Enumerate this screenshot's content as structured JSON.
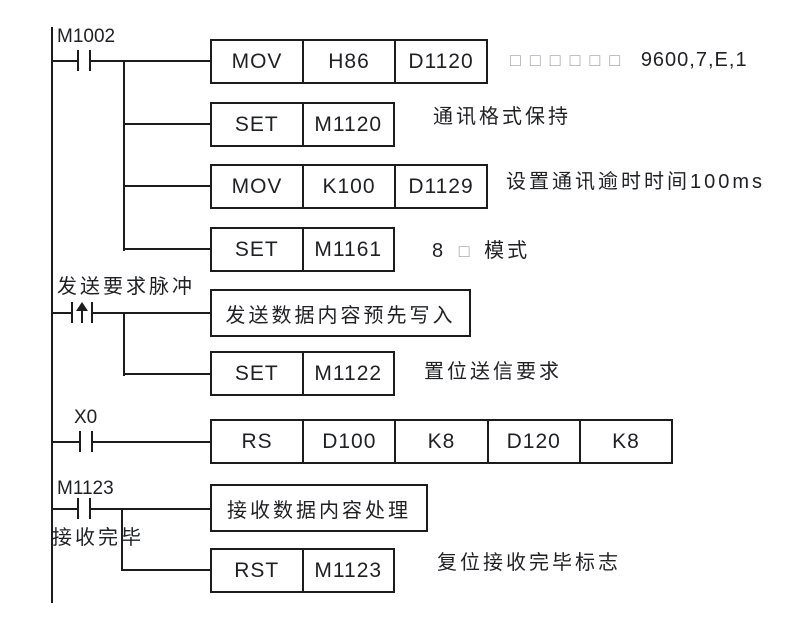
{
  "diagram_type": "plc-ladder-rs485-communication",
  "colors": {
    "line": "#1c1c1c",
    "text": "#1f2023",
    "missing_glyph_box": "#9aa0a6",
    "background": "#ffffff"
  },
  "rungs": [
    {
      "contact": {
        "label": "M1002",
        "type": "normally-open"
      },
      "rows": [
        {
          "cells": [
            "MOV",
            "H86",
            "D1120"
          ],
          "comment": {
            "placeholder": "□ □ □ □ □ □",
            "text": "9600,7,E,1"
          }
        },
        {
          "cells": [
            "SET",
            "M1120"
          ],
          "comment": {
            "text": "通讯格式保持"
          }
        },
        {
          "cells": [
            "MOV",
            "K100",
            "D1129"
          ],
          "comment": {
            "text": "设置通讯逾时时间100ms"
          }
        },
        {
          "cells": [
            "SET",
            "M1161"
          ],
          "comment": {
            "prefix": "8",
            "placeholder": "□",
            "suffix": "模式"
          }
        }
      ]
    },
    {
      "contact": {
        "label": "发送要求脉冲",
        "type": "rising-edge-pulse"
      },
      "rows": [
        {
          "box_label": "发送数据内容预先写入"
        },
        {
          "cells": [
            "SET",
            "M1122"
          ],
          "comment": {
            "text": "置位送信要求"
          }
        }
      ]
    },
    {
      "contact": {
        "label": "X0",
        "type": "normally-open"
      },
      "rows": [
        {
          "cells": [
            "RS",
            "D100",
            "K8",
            "D120",
            "K8"
          ]
        }
      ]
    },
    {
      "contact": {
        "label": "M1123",
        "type": "normally-open",
        "sub_label": "接收完毕"
      },
      "rows": [
        {
          "box_label": "接收数据内容处理"
        },
        {
          "cells": [
            "RST",
            "M1123"
          ],
          "comment": {
            "text": "复位接收完毕标志"
          }
        }
      ]
    }
  ]
}
